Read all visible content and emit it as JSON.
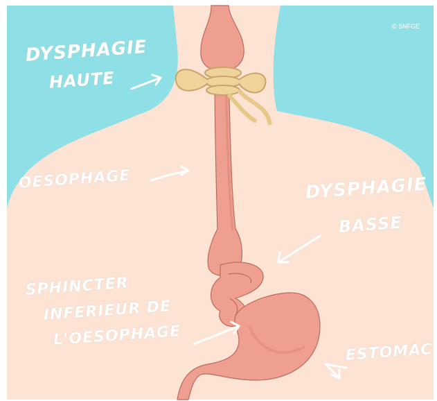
{
  "copyright": "© SNFGE",
  "labels": {
    "dysphagie_haute_1": "DYSPHAGIE",
    "dysphagie_haute_2": "HAUTE",
    "oesophage": "OESOPHAGE",
    "dysphagie_basse_1": "DYSPHAGIE",
    "dysphagie_basse_2": "BASSE",
    "sphincter_1": "SPHINCTER",
    "sphincter_2": "INFERIEUR DE",
    "sphincter_3": "L'OESOPHAGE",
    "estomac": "ESTOMAC"
  },
  "colors": {
    "background": "#8fe0e6",
    "body": "#fde3d3",
    "organ": "#ef9f8f",
    "organ_shadow": "#d98576",
    "rope": "#f0d39a",
    "label": "#ffffff"
  }
}
